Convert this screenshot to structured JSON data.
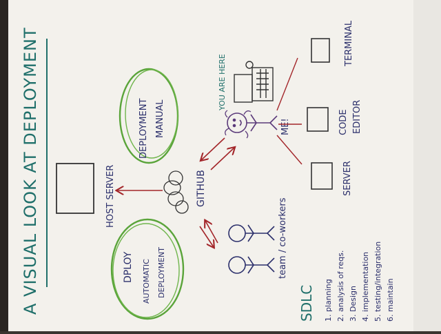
{
  "title": "A VISUAL LOOK AT DEPLOYMENT",
  "nodes": {
    "host_server": "HOST SERVER",
    "github": "GITHUB",
    "deployment_manual_line1": "DEPLOYMENT",
    "deployment_manual_line2": "MANUAL",
    "dploy_line1": "DPLOY",
    "dploy_line2": "AUTOMATIC",
    "dploy_line3": "DEPLOYMENT",
    "team": "team / co-workers",
    "me": "ME!",
    "you_are_here": "YOU ARE HERE",
    "server": "SERVER",
    "code_editor_line1": "CODE",
    "code_editor_line2": "EDITOR",
    "terminal": "TERMINAL"
  },
  "sdlc": {
    "heading": "SDLC",
    "steps": [
      "1. planning",
      "2. analysis of reqs.",
      "3. Design",
      "4. implementation",
      "5. testing/integration",
      "6. maintain"
    ]
  },
  "colors": {
    "paper": "#f3f1ec",
    "ink_navy": "#2b2f6b",
    "ink_green": "#5aa43a",
    "ink_red": "#a3262a",
    "ink_purple": "#5b3a7a"
  }
}
